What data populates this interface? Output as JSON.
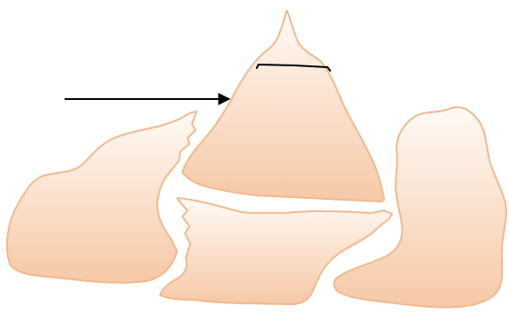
{
  "diagram": {
    "fill_top": "#fffaf5",
    "fill_bottom": "#f6c8a6",
    "outline_color": "#f1b98c",
    "marker_color": "#000000",
    "fragments": [
      "left-fragment",
      "top-triangular-fragment",
      "middle-lower-fragment",
      "right-fragment"
    ],
    "annotations": [
      "pointer-arrow",
      "cut-line"
    ]
  }
}
